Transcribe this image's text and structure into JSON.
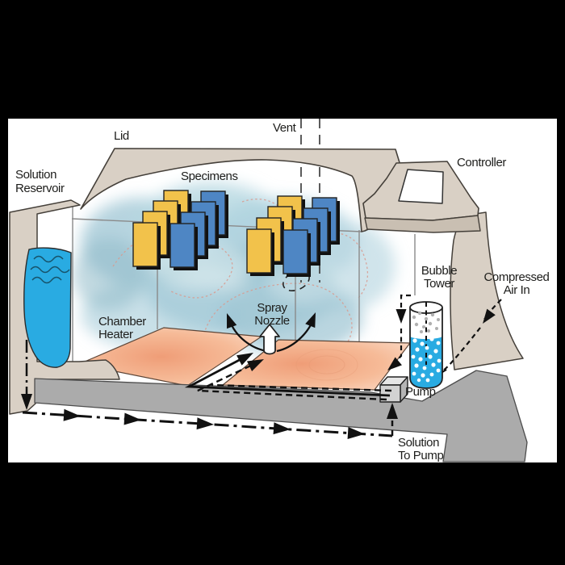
{
  "labels": {
    "lid": "Lid",
    "vent": "Vent",
    "solution_reservoir_1": "Solution",
    "solution_reservoir_2": "Reservoir",
    "specimens": "Specimens",
    "controller": "Controller",
    "bubble_tower_1": "Bubble",
    "bubble_tower_2": "Tower",
    "compressed_air_1": "Compressed",
    "compressed_air_2": "Air In",
    "chamber_heater_1": "Chamber",
    "chamber_heater_2": "Heater",
    "spray_nozzle_1": "Spray",
    "spray_nozzle_2": "Nozzle",
    "pump": "Pump",
    "solution_to_pump_1": "Solution",
    "solution_to_pump_2": "To Pump"
  },
  "specimens": {
    "left_rack": {
      "yellow_panels": 4,
      "blue_panels": 4
    },
    "right_rack": {
      "yellow_panels": 4,
      "blue_panels": 4
    }
  },
  "colors": {
    "frame_black": "#000000",
    "background_white": "#ffffff",
    "chamber_beige": "#d9d0c5",
    "chamber_beige_shade": "#c9bfb2",
    "outline_dark": "#45403a",
    "solution_blue": "#29abe2",
    "specimen_yellow": "#f2c24b",
    "specimen_blue": "#4e86c4",
    "heater_orange": "#ef9d77",
    "heater_orange_light": "#fbdfce",
    "base_gray": "#ababab",
    "cloud_blue": "#9cc4d3",
    "label_text": "#1d1d1b"
  }
}
